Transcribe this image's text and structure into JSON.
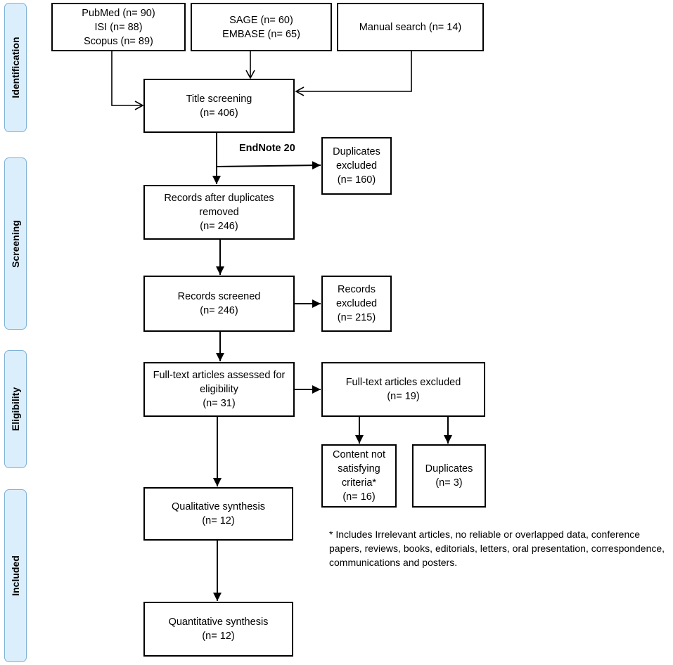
{
  "phases": {
    "identification": "Identification",
    "screening": "Screening",
    "eligibility": "Eligibility",
    "included": "Included"
  },
  "sources": {
    "db_group_1": [
      "PubMed (n= 90)",
      "ISI (n= 88)",
      "Scopus (n= 89)"
    ],
    "db_group_2": [
      "SAGE (n= 60)",
      "EMBASE (n= 65)"
    ],
    "manual": [
      "Manual search (n= 14)"
    ]
  },
  "boxes": {
    "title_screening": [
      "Title screening",
      "(n= 406)"
    ],
    "duplicates_excluded": [
      "Duplicates",
      "excluded",
      "(n= 160)"
    ],
    "after_duplicates": [
      "Records after duplicates",
      "removed",
      "(n= 246)"
    ],
    "records_screened": [
      "Records screened",
      "(n= 246)"
    ],
    "records_excluded": [
      "Records",
      "excluded",
      "(n= 215)"
    ],
    "fulltext_assessed": [
      "Full-text articles assessed for",
      "eligibility",
      "(n= 31)"
    ],
    "fulltext_excluded": [
      "Full-text articles excluded",
      "(n= 19)"
    ],
    "content_not_satisfying": [
      "Content not",
      "satisfying",
      "criteria*",
      "(n= 16)"
    ],
    "duplicates_3": [
      "Duplicates",
      "(n= 3)"
    ],
    "qualitative": [
      "Qualitative synthesis",
      "(n= 12)"
    ],
    "quantitative": [
      "Quantitative synthesis",
      "(n= 12)"
    ]
  },
  "endnote_label": "EndNote 20",
  "footnote": "* Includes Irrelevant articles, no reliable or overlapped data, conference papers, reviews, books, editorials, letters, oral presentation, correspondence, communications and posters."
}
